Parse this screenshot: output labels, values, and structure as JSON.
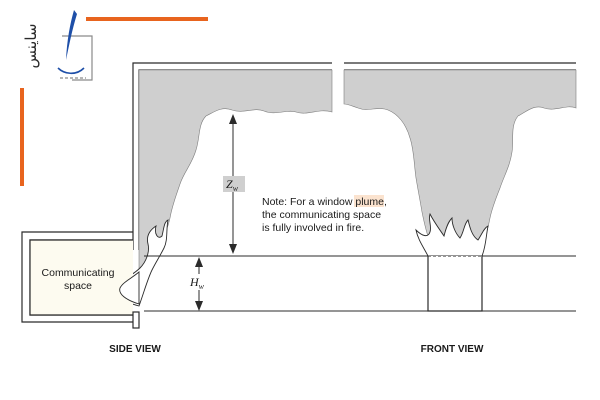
{
  "logo": {
    "text": "ساینس"
  },
  "note": {
    "line1_pre": "Note: For a window ",
    "line1_highlight": "plume",
    "line1_post": ",",
    "line2": "the communicating space",
    "line3": "is fully involved in fire."
  },
  "labels": {
    "communicating_line1": "Communicating",
    "communicating_line2": "space",
    "zw_symbol": "Z",
    "zw_subscript": "w",
    "hw_symbol": "H",
    "hw_subscript": "w",
    "side_view": "SIDE VIEW",
    "front_view": "FRONT VIEW"
  },
  "colors": {
    "smoke": "#cfcfcf",
    "wall": "#2b2b2b",
    "accent_orange": "#e8641e",
    "logo_blue": "#1e4fa8",
    "note_highlight": "#fbe3cf"
  }
}
